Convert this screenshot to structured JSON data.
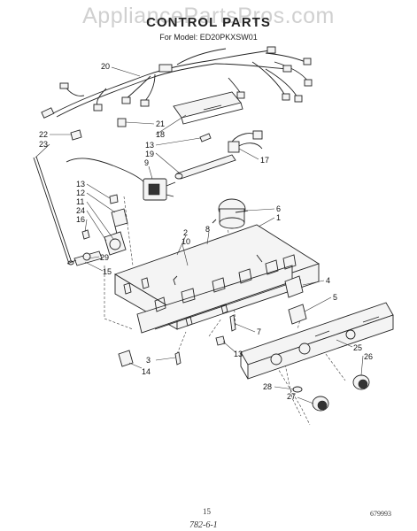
{
  "watermark": "AppliancePartsPros.com",
  "title": "CONTROL PARTS",
  "subtitle": "For Model: ED20PKXSW01",
  "page_number": "15",
  "doc_number": "679993",
  "handwritten_note": "782-6-1",
  "callouts": [
    {
      "num": "20"
    },
    {
      "num": "21"
    },
    {
      "num": "18"
    },
    {
      "num": "13"
    },
    {
      "num": "19"
    },
    {
      "num": "17"
    },
    {
      "num": "9"
    },
    {
      "num": "22"
    },
    {
      "num": "23"
    },
    {
      "num": "13"
    },
    {
      "num": "12"
    },
    {
      "num": "11"
    },
    {
      "num": "24"
    },
    {
      "num": "16"
    },
    {
      "num": "29"
    },
    {
      "num": "15"
    },
    {
      "num": "2"
    },
    {
      "num": "10"
    },
    {
      "num": "8"
    },
    {
      "num": "6"
    },
    {
      "num": "1"
    },
    {
      "num": "4"
    },
    {
      "num": "5"
    },
    {
      "num": "7"
    },
    {
      "num": "3"
    },
    {
      "num": "14"
    },
    {
      "num": "13"
    },
    {
      "num": "25"
    },
    {
      "num": "26"
    },
    {
      "num": "28"
    },
    {
      "num": "27"
    }
  ]
}
